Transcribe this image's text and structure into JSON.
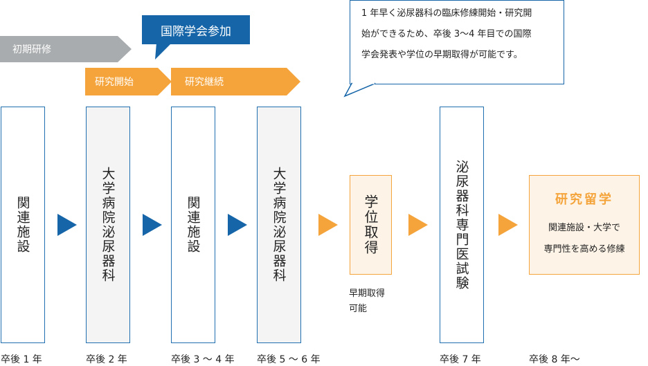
{
  "banners": {
    "initial_training": "初期研修",
    "research_start": "研究開始",
    "research_continue": "研究継続"
  },
  "callouts": {
    "intl_conference": "国際学会参加",
    "note_line1": "1 年早く泌尿器科の臨床修練開始・研究開",
    "note_line2": "始ができるため、卒後 3〜4 年目での国際",
    "note_line3": "学会発表や学位の早期取得が可能です。"
  },
  "stages": {
    "s1": "関連施設",
    "s2": "大学病院泌尿器科",
    "s3": "関連施設",
    "s4": "大学病院泌尿器科",
    "s5": "学位取得",
    "s6": "泌尿器科専門医試験",
    "s7_title": "研究留学",
    "s7_line1": "関連施設・大学で",
    "s7_line2": "専門性を高める修練"
  },
  "degree_note": {
    "line1": "早期取得",
    "line2": "可能"
  },
  "years": {
    "y1": "卒後 1 年",
    "y2": "卒後 2 年",
    "y3": "卒後 3 〜 4 年",
    "y4": "卒後 5 〜 6 年",
    "y5": "卒後 7 年",
    "y6": "卒後 8 年〜"
  },
  "colors": {
    "blue": "#1565a8",
    "orange": "#f4a43b",
    "gray": "#a9acae"
  }
}
